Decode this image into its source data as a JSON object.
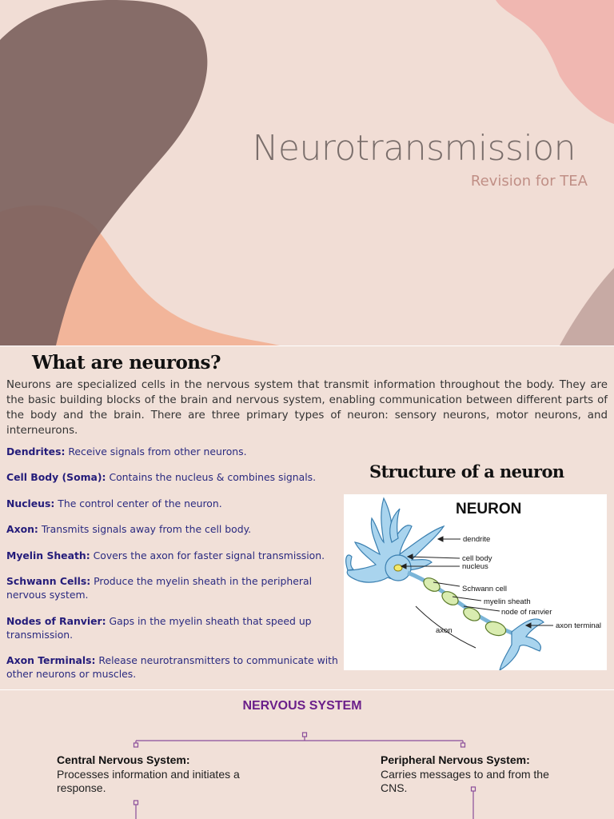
{
  "hero": {
    "title": "Neurotransmission",
    "subtitle": "Revision for TEA"
  },
  "neurons": {
    "heading": "What are neurons?",
    "intro": "Neurons are specialized cells in the nervous system that transmit information throughout the body. They are the basic building blocks of the brain and nervous system, enabling communication between different parts of the body and the brain. There are three primary types of neuron: sensory neurons, motor neurons, and interneurons.",
    "parts": [
      {
        "term": "Dendrites:",
        "desc": " Receive signals from other neurons."
      },
      {
        "term": "Cell Body (Soma):",
        "desc": " Contains the nucleus & combines  signals."
      },
      {
        "term": "Nucleus:",
        "desc": " The control center of the neuron."
      },
      {
        "term": "Axon:",
        "desc": " Transmits signals away from the cell body."
      },
      {
        "term": "Myelin Sheath:",
        "desc": " Covers the axon for faster signal transmission."
      },
      {
        "term": "Schwann Cells:",
        "desc": " Produce the myelin sheath in the peripheral nervous system."
      },
      {
        "term": "Nodes of Ranvier:",
        "desc": " Gaps in the myelin sheath that speed up transmission."
      },
      {
        "term": "Axon Terminals:",
        "desc": " Release neurotransmitters to communicate with other neurons or muscles."
      }
    ]
  },
  "structure": {
    "heading": "Structure of a neuron",
    "diagram_title": "NEURON",
    "labels": {
      "dendrite": "dendrite",
      "cell_body": "cell body",
      "nucleus": "nucleus",
      "schwann": "Schwann cell",
      "myelin": "myelin sheath",
      "ranvier": "node of ranvier",
      "terminal": "axon terminal",
      "axon": "axon"
    }
  },
  "nervous_system": {
    "title": "NERVOUS SYSTEM",
    "cns": {
      "heading": "Central Nervous System:",
      "desc": "Processes information and initiates a response."
    },
    "pns": {
      "heading": "Peripheral Nervous System:",
      "desc": "Carries messages to and from the CNS."
    }
  },
  "colors": {
    "background": "#f1e0d8",
    "blob_brown": "#7d625e",
    "blob_peach": "#f2b59a",
    "blob_pink": "#f0b7b1",
    "accent_purple": "#6b1f8a",
    "term_navy": "#241c7a"
  }
}
